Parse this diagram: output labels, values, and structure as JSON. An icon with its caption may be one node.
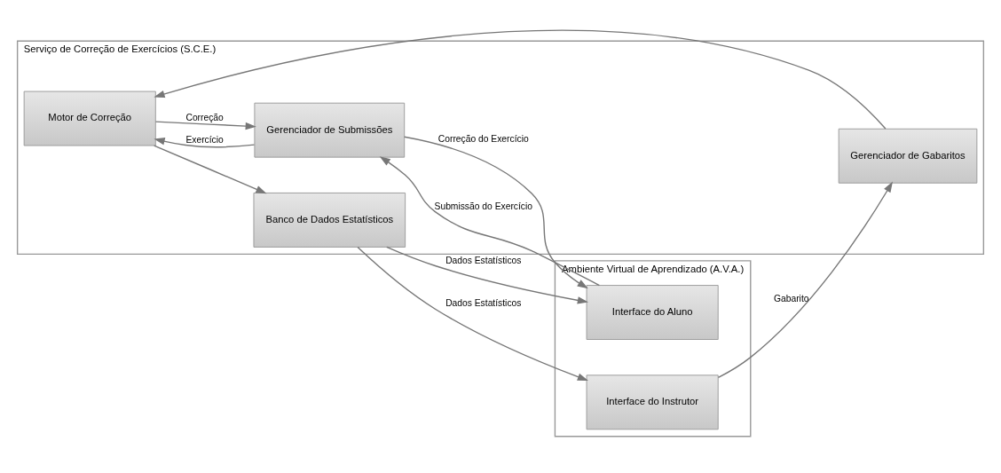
{
  "diagram": {
    "nodes": [
      {
        "text": [
          "Serviço de Correção de Exercícios (S.C.E.)"
        ]
      },
      {
        "text": [
          "Motor de Correção"
        ],
        "in": 0
      },
      {
        "text": [
          "Gerenciador de Gabaritos"
        ],
        "in": 0
      },
      {
        "text": [
          "Gerenciador de Submissões"
        ],
        "in": 0
      },
      {
        "text": [
          "Banco de Dados Estatísticos"
        ],
        "in": 0
      },
      {
        "text": [
          "Ambiente Virtual de Aprendizado (A.V.A.)"
        ]
      },
      {
        "text": [
          "Interface do Instrutor"
        ],
        "in": 5
      },
      {
        "text": [
          "Interface do Aluno"
        ],
        "in": 5
      }
    ],
    "edges": [
      {
        "from": 2,
        "to": 1,
        "arrow": "to"
      },
      {
        "from": 6,
        "to": 2,
        "arrow": "to",
        "label": "Gabarito"
      },
      {
        "from": 3,
        "to": 1,
        "arrow": "to",
        "label": "Exercício"
      },
      {
        "from": 1,
        "to": 3,
        "arrow": "to",
        "label": "Correção"
      },
      {
        "from": 1,
        "to": 4,
        "arrow": "to"
      },
      {
        "from": 4,
        "to": 6,
        "arrow": "to",
        "label": "Dados Estatísticos"
      },
      {
        "from": 4,
        "to": 7,
        "arrow": "to",
        "label": "Dados Estatísticos"
      },
      {
        "from": 3,
        "to": 7,
        "arrow": "to",
        "label": "Correção do Exercício"
      },
      {
        "from": 7,
        "to": 3,
        "arrow": "to",
        "label": "Submissão do Exercício"
      }
    ]
  }
}
